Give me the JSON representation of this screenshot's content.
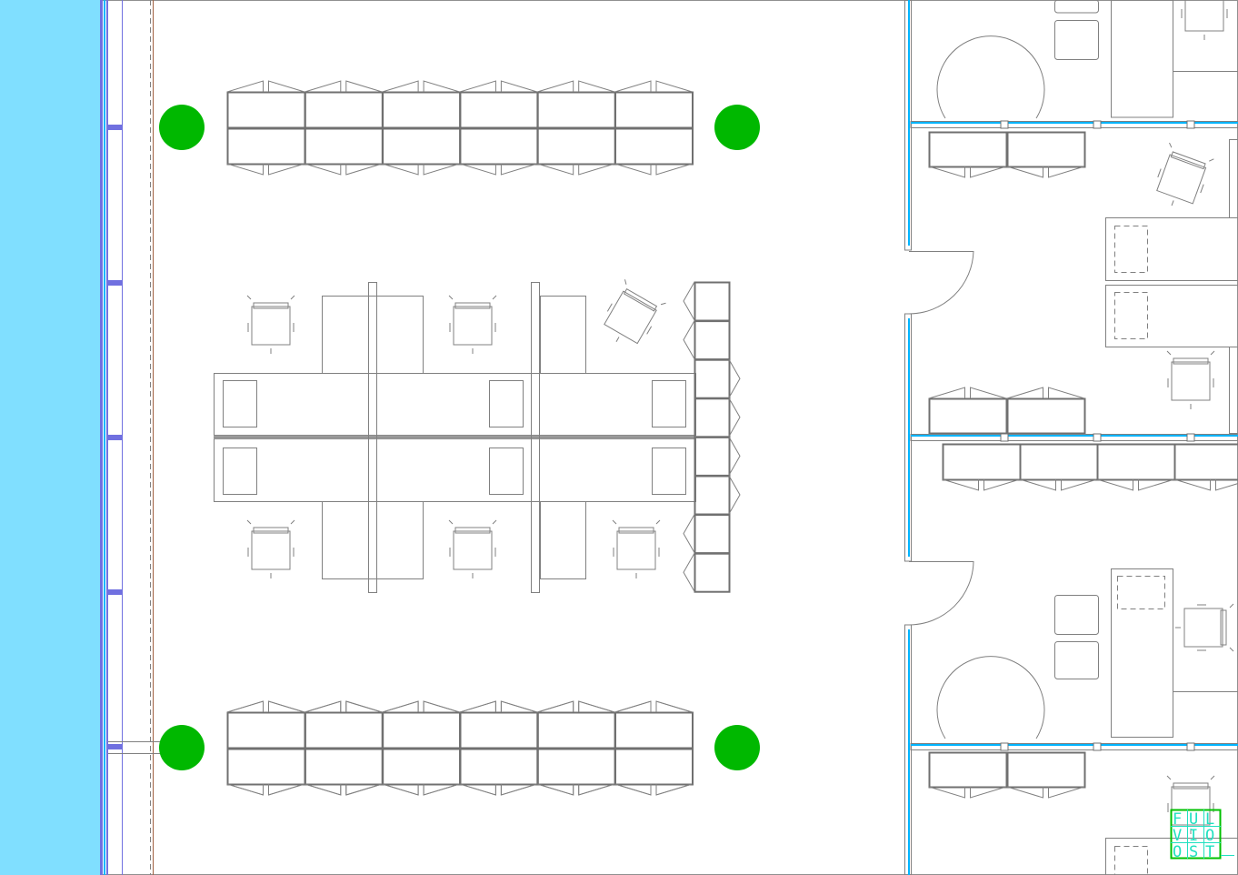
{
  "colors": {
    "glazing_fill": "#80dfff",
    "glazing_line": "#00b4ff",
    "mullion": "#7070e0",
    "plant": "#00b800",
    "line": "#808080",
    "label_box": "#00c000",
    "label_text": "#20e0c0"
  },
  "label_grid": {
    "rows": [
      [
        "F",
        "U",
        "L"
      ],
      [
        "V",
        "I",
        "O"
      ],
      [
        "O",
        "S",
        "T"
      ]
    ]
  }
}
